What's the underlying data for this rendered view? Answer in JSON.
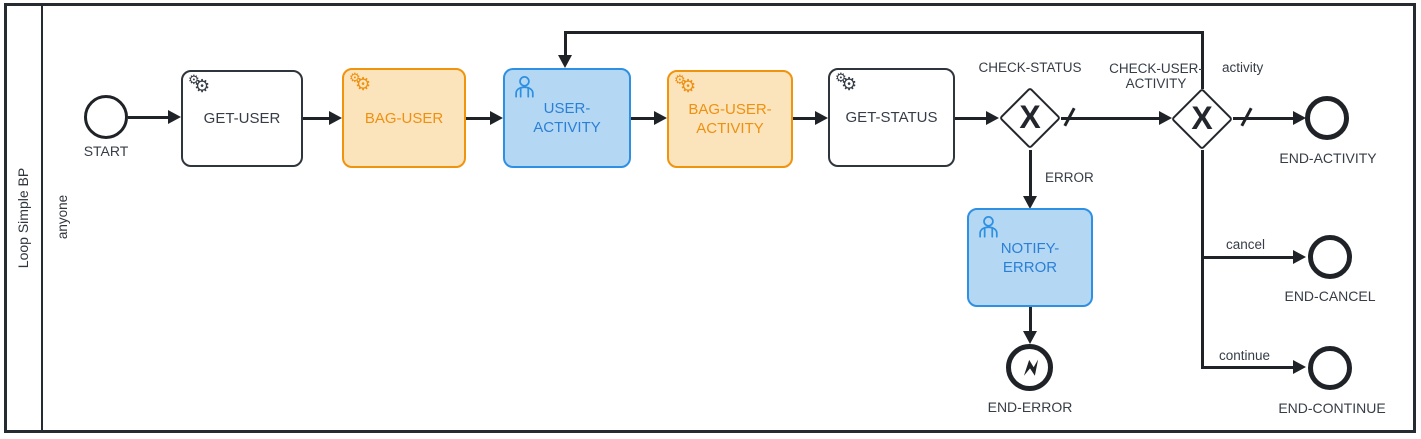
{
  "pool": {
    "title": "Loop Simple BP",
    "lane": "anyone"
  },
  "glyphs": {
    "gear": "⚙",
    "gateway_x": "X"
  },
  "colors": {
    "line": "#1f2328",
    "task_border": "#2f353c",
    "orange_border": "#F0930D",
    "orange_fill": "#FBE3BC",
    "orange_text": "#EE9110",
    "blue_border": "#2E90E2",
    "blue_fill": "#B4D8F3",
    "blue_text": "#2C7FD6",
    "text": "#363d47"
  },
  "nodes": {
    "start": {
      "type": "start-event",
      "label": "START"
    },
    "get_user": {
      "type": "service-task",
      "lines": [
        "GET-USER"
      ]
    },
    "bag_user": {
      "type": "service-task",
      "lines": [
        "BAG-USER"
      ]
    },
    "user_activity": {
      "type": "user-task",
      "lines": [
        "USER-",
        "ACTIVITY"
      ]
    },
    "bag_user_activity": {
      "type": "service-task",
      "lines": [
        "BAG-USER-",
        "ACTIVITY"
      ]
    },
    "get_status": {
      "type": "service-task",
      "lines": [
        "GET-STATUS"
      ]
    },
    "check_status": {
      "type": "exclusive-gateway",
      "label": "CHECK-STATUS"
    },
    "check_user_activity": {
      "type": "exclusive-gateway",
      "lines": [
        "CHECK-USER-",
        "ACTIVITY"
      ]
    },
    "notify_error": {
      "type": "user-task",
      "lines": [
        "NOTIFY-",
        "ERROR"
      ]
    },
    "end_error": {
      "type": "error-end-event",
      "label": "END-ERROR"
    },
    "end_activity": {
      "type": "end-event",
      "label": "END-ACTIVITY"
    },
    "end_cancel": {
      "type": "end-event",
      "label": "END-CANCEL"
    },
    "end_continue": {
      "type": "end-event",
      "label": "END-CONTINUE"
    }
  },
  "edge_labels": {
    "error": "ERROR",
    "activity": "activity",
    "cancel": "cancel",
    "continue": "continue"
  }
}
